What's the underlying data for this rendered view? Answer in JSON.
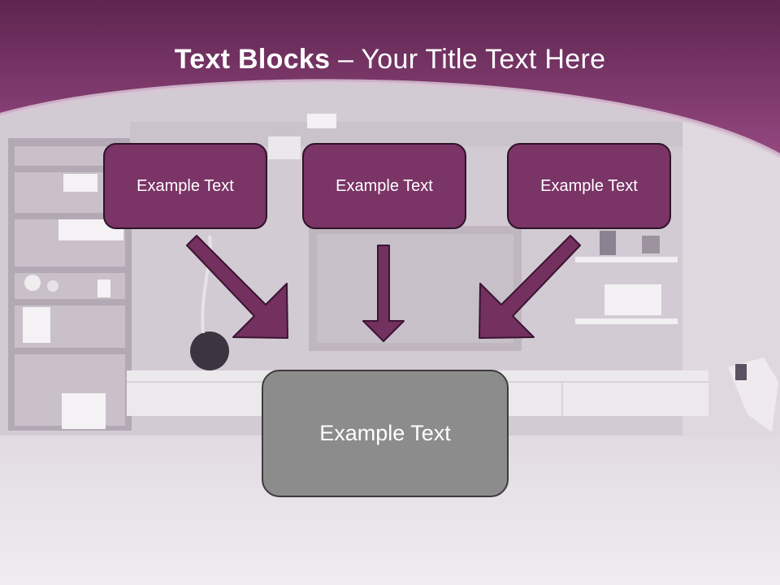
{
  "slide": {
    "title_bold": "Text Blocks",
    "title_dash": "–",
    "title_rest": "Your Title Text Here"
  },
  "boxes": [
    {
      "label": "Example Text"
    },
    {
      "label": "Example Text"
    },
    {
      "label": "Example Text"
    }
  ],
  "target_box": {
    "label": "Example Text"
  },
  "colors": {
    "header": "#7e3a6e",
    "box_fill": "#7a3466",
    "box_border": "#2e1428",
    "arrow_fill": "#74305f",
    "target_fill": "#8c8c8c"
  }
}
